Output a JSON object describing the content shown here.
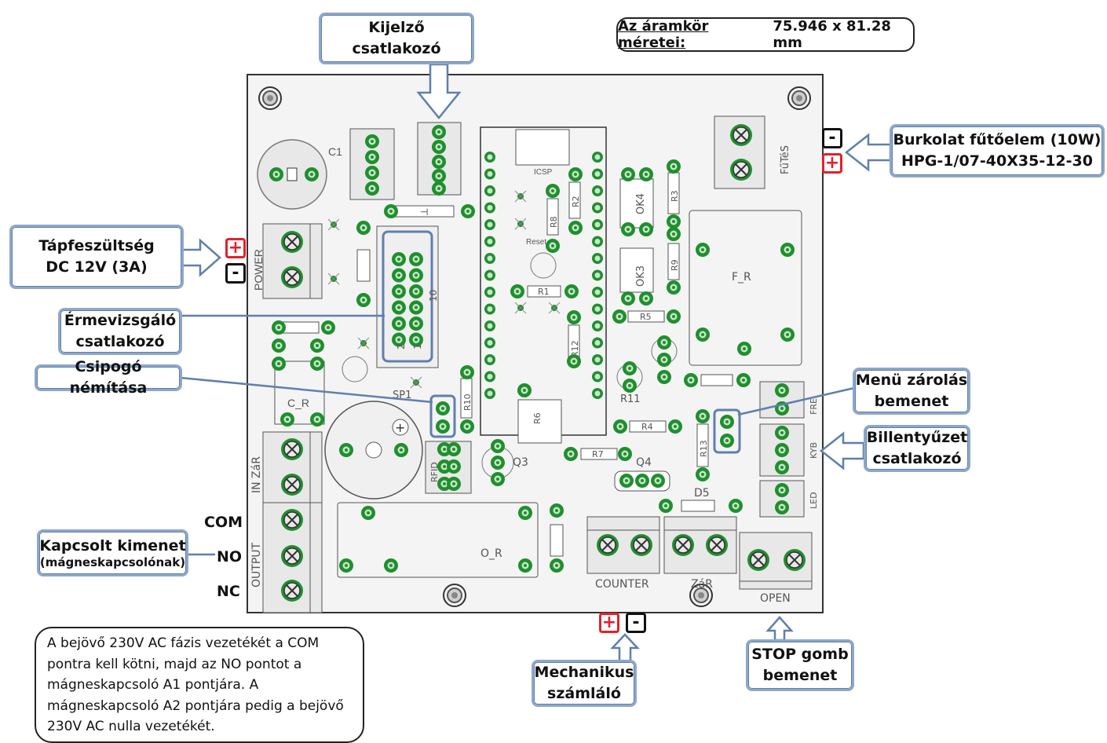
{
  "dimensions": {
    "label": "Az áramkör méretei:",
    "value": "75.946 x 81.28 mm"
  },
  "callouts": {
    "display": [
      "Kijelző",
      "csatlakozó"
    ],
    "power": [
      "Tápfeszültség",
      "DC 12V (3A)"
    ],
    "coin": [
      "Érmevizsgáló",
      "csatlakozó"
    ],
    "buzzer": "Csipogó némítása",
    "output": [
      "Kapcsolt kimenet",
      "(mágneskapcsolónak)"
    ],
    "heater": [
      "Burkolat fűtőelem (10W)",
      "HPG-1/07-40X35-12-30"
    ],
    "menu_lock": [
      "Menü zárolás",
      "bemenet"
    ],
    "keyboard": [
      "Billentyűzet",
      "csatlakozó"
    ],
    "counter": [
      "Mechanikus",
      "számláló"
    ],
    "stop": [
      "STOP gomb",
      "bemenet"
    ]
  },
  "terminals": {
    "com": "COM",
    "no": "NO",
    "nc": "NC"
  },
  "signs": {
    "plus": "+",
    "minus": "-"
  },
  "note": [
    "A bejövő 230V AC fázis vezetékét a COM",
    "pontra kell kötni, majd az NO pontot a",
    "mágneskapcsoló A1 pontjára. A",
    "mágneskapcsoló A2 pontjára pedig a bejövő",
    "230V AC nulla vezetékét."
  ],
  "pcb_labels": {
    "c1": "C1",
    "power": "POWER",
    "c_r": "C_R",
    "in_zar": "IN ZáR",
    "output": "OUTPUT",
    "icsp": "ICSP",
    "reset": "Reset",
    "r1": "R1",
    "r2": "R2",
    "r3": "R3",
    "r4": "R4",
    "r5": "R5",
    "r6": "R6",
    "r7": "R7",
    "r8": "R8",
    "r9": "R9",
    "r10": "R10",
    "r11": "R11",
    "r12": "R12",
    "r13": "R13",
    "ok3": "OK3",
    "ok4": "OK4",
    "f_r": "F_R",
    "o_r": "O_R",
    "q3": "Q3",
    "q4": "Q4",
    "d5": "D5",
    "sp1": "SP1",
    "rfid": "RFID",
    "fre": "FRE",
    "kyb": "KYB",
    "led": "LED",
    "futes": "FűTéS",
    "counter": "COUNTER",
    "zar": "ZáR",
    "open": "OPEN",
    "pin10": "10",
    "pin2": "2",
    "pin1a": "1",
    "pin1b": "1"
  },
  "colors": {
    "pad": "#1f8f2e",
    "board": "#f4f4f4",
    "silk": "#555555",
    "callout_border": "#8ea7c9",
    "plus": "#e0222a"
  }
}
